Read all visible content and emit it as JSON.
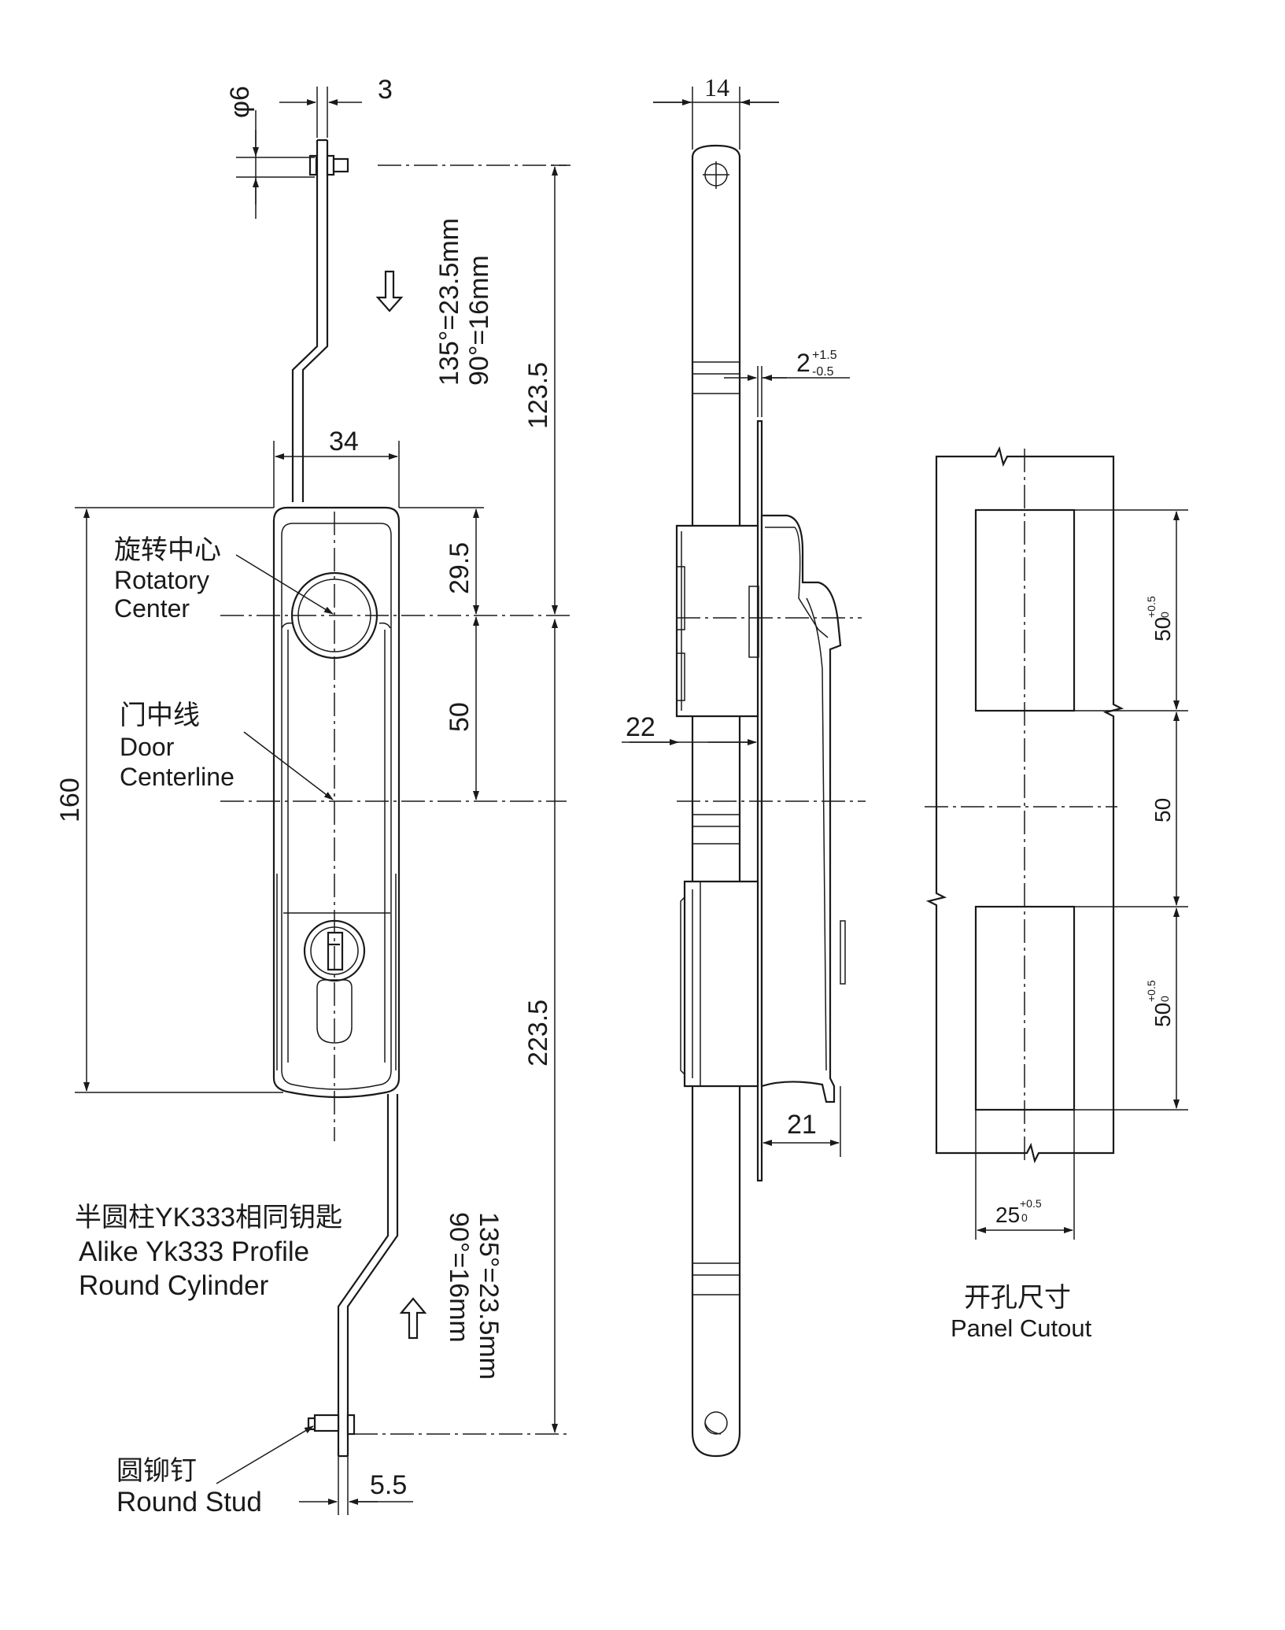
{
  "dimensions": {
    "d_phi6": "φ6",
    "d_3": "3",
    "d_14": "14",
    "d_tol_2": "2",
    "d_tol_2_up": "+1.5",
    "d_tol_2_low": "-0.5",
    "d_34": "34",
    "d_123_5": "123.5",
    "d_29_5": "29.5",
    "d_50_handle": "50",
    "d_160": "160",
    "d_22": "22",
    "d_223_5": "223.5",
    "d_21": "21",
    "d_5_5": "5.5",
    "cut_50_top": "50",
    "cut_50_mid": "50",
    "cut_50_bot": "50",
    "cut_25": "25",
    "tol_plus": "+0.5",
    "tol_zero": "0"
  },
  "travel_top": {
    "line1": "135°=23.5mm",
    "line2": "90°=16mm"
  },
  "travel_bottom": {
    "line1": "90°=16mm",
    "line2": "135°=23.5mm"
  },
  "labels": {
    "rotatory_cn": "旋转中心",
    "rotatory_en1": "Rotatory",
    "rotatory_en2": "Center",
    "door_cn": "门中线",
    "door_en1": "Door",
    "door_en2": "Centerline",
    "cylinder_cn": "半圆柱YK333相同钥匙",
    "cylinder_en1": "Alike Yk333 Profile",
    "cylinder_en2": "Round Cylinder",
    "stud_cn": "圆铆钉",
    "stud_en": "Round Stud",
    "cutout_cn": "开孔尺寸",
    "cutout_en": "Panel Cutout"
  }
}
